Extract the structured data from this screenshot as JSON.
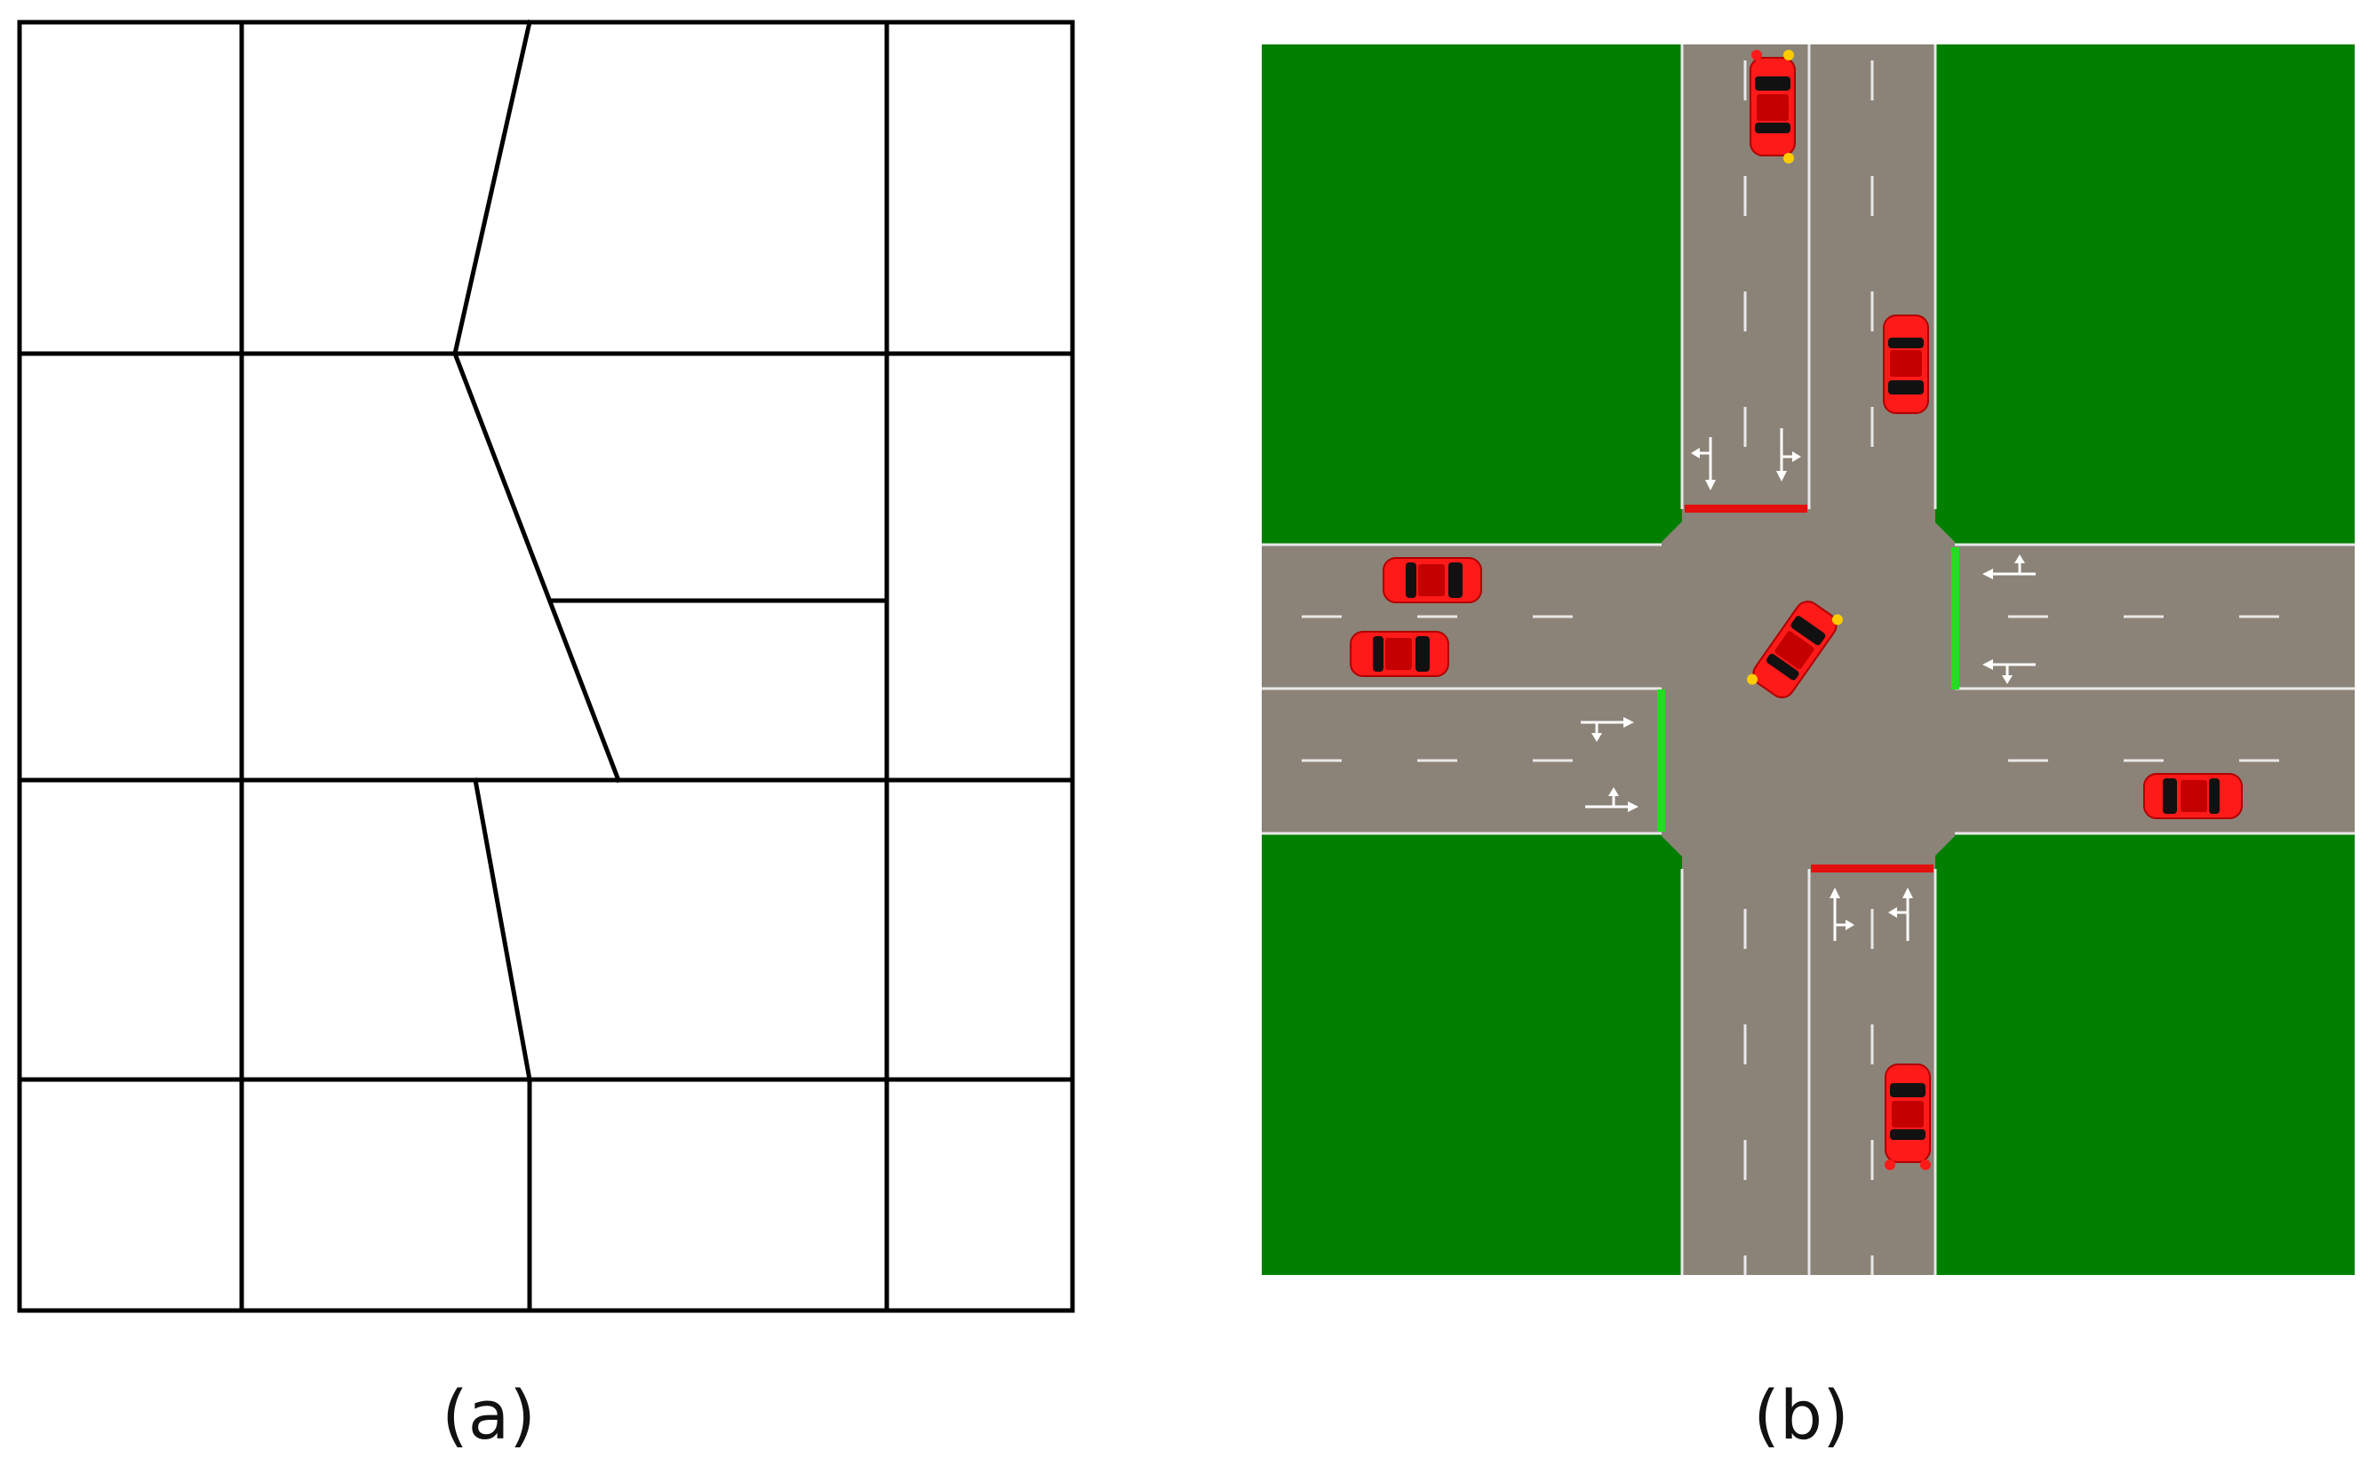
{
  "figure": {
    "caption_a": "(a)",
    "caption_b": "(b)"
  },
  "panel_a": {
    "description_kind": "road-network-grid"
  },
  "panel_b": {
    "colors": {
      "grass": "#007f00",
      "road": "#8b8378",
      "marking": "#e8e8e8",
      "car": "#ff1a1a",
      "car_dark": "#b00000",
      "windshield": "#111111",
      "signal_red": "#e41010",
      "signal_green": "#22dd22",
      "indicator": "#ffcc00"
    },
    "signals": {
      "north_approach": "red",
      "south_approach": "red",
      "east_approach": "green",
      "west_approach": "green"
    },
    "lane_arrow_icons": [
      "left-through-arrow-icon",
      "through-right-arrow-icon"
    ]
  }
}
